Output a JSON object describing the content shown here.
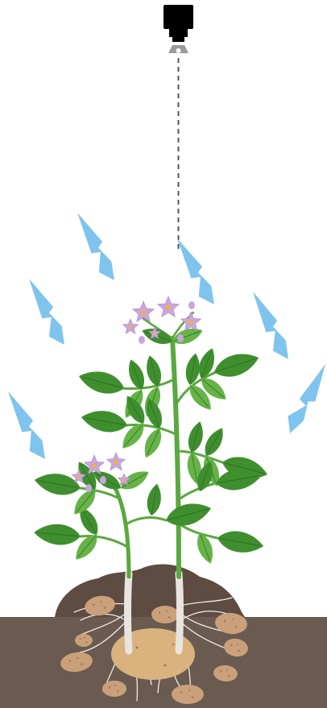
{
  "scene": {
    "subject": "potato-plant",
    "elements": [
      "sensor",
      "light-rays",
      "plant",
      "flowers",
      "soil",
      "tubers",
      "roots"
    ]
  },
  "colors": {
    "background": "#ffffff",
    "soil_dark": "#6b5a50",
    "soil_mound": "#5e4b41",
    "tuber": "#c9a07a",
    "tuber_spot": "#9c7658",
    "tuber_main": "#d9b27e",
    "leaf": "#3f8f2f",
    "leaf_light": "#66b347",
    "stem": "#5aa83f",
    "stem_base": "#e8e4e0",
    "flower": "#c9a6df",
    "flower_center": "#f0b23a",
    "light_ray": "#7fc4ee",
    "sensor": "#000000",
    "sensor_lens": "#9a9a9a",
    "sensor_beam": "#555555"
  },
  "icons": {
    "sensor": "camera-sensor-icon",
    "ray": "light-arrow-icon"
  }
}
